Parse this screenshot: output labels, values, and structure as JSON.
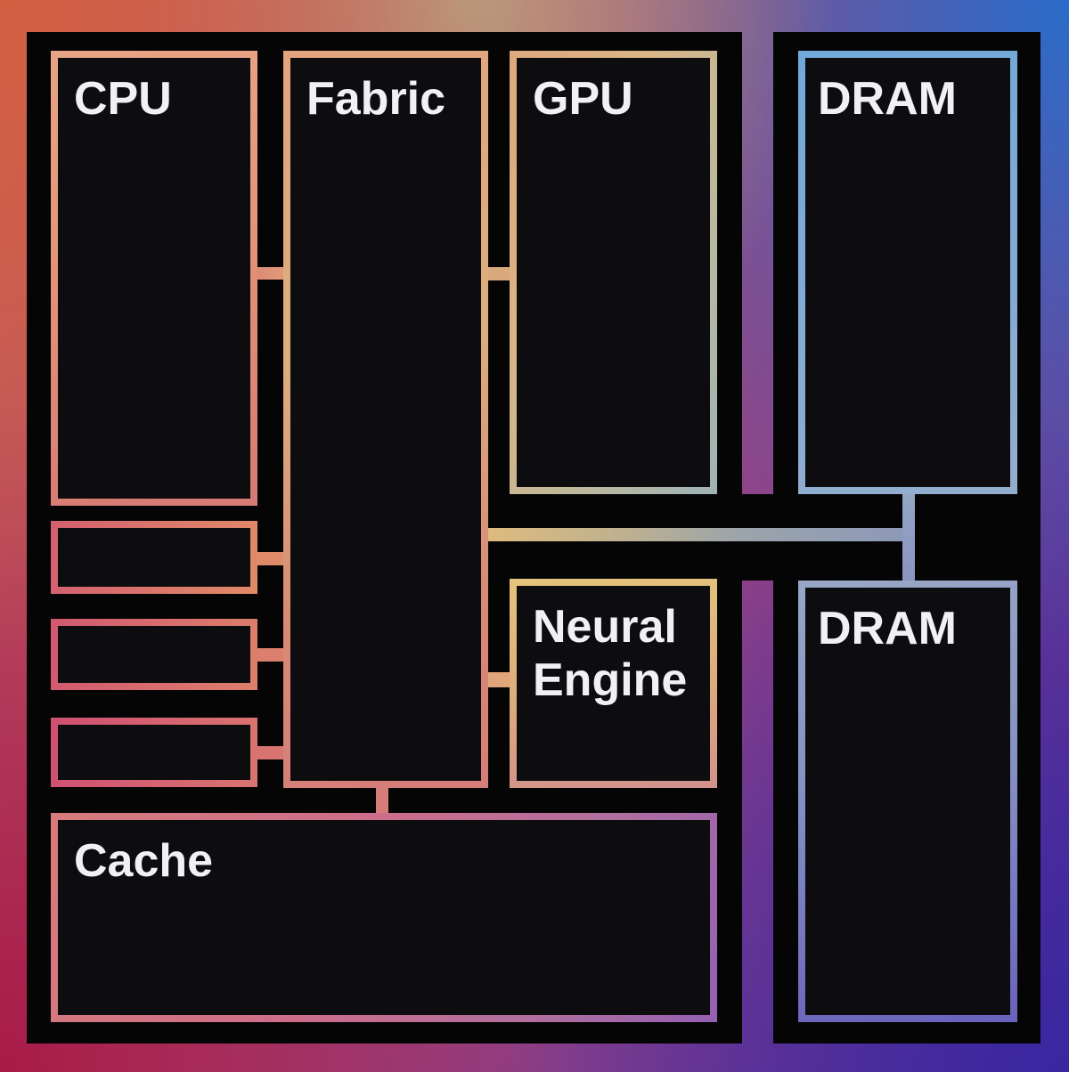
{
  "diagram": {
    "type": "soc-architecture",
    "blocks": {
      "cpu": {
        "label": "CPU"
      },
      "fabric": {
        "label": "Fabric"
      },
      "gpu": {
        "label": "GPU"
      },
      "neural_engine": {
        "label": "Neural Engine"
      },
      "cache": {
        "label": "Cache"
      },
      "dram_top": {
        "label": "DRAM"
      },
      "dram_bottom": {
        "label": "DRAM"
      },
      "cpu_subblocks": [
        "",
        "",
        ""
      ]
    },
    "connections": [
      {
        "from": "CPU",
        "to": "Fabric"
      },
      {
        "from": "CPU subblock 1",
        "to": "Fabric"
      },
      {
        "from": "CPU subblock 2",
        "to": "Fabric"
      },
      {
        "from": "CPU subblock 3",
        "to": "Fabric"
      },
      {
        "from": "Fabric",
        "to": "GPU"
      },
      {
        "from": "Fabric",
        "to": "Neural Engine"
      },
      {
        "from": "Fabric",
        "to": "Cache"
      },
      {
        "from": "Fabric",
        "to": "DRAM bus"
      },
      {
        "from": "DRAM",
        "to": "DRAM"
      }
    ],
    "colors": {
      "background_top_left": "#d46042",
      "background_top_center": "#b99e7c",
      "background_top_right": "#2b6cc8",
      "background_bottom_left": "#a81b48",
      "background_bottom_right": "#3a27a1",
      "panel_black": "#050506",
      "block_fill": "#0d0d0f",
      "label_text": "#f1f1f3",
      "border_salmon": "#e09a7d",
      "border_gold": "#ddbb7e",
      "border_light_blue": "#78aad8",
      "border_periwinkle": "#6a63bc",
      "border_pink": "#cf537a"
    }
  }
}
